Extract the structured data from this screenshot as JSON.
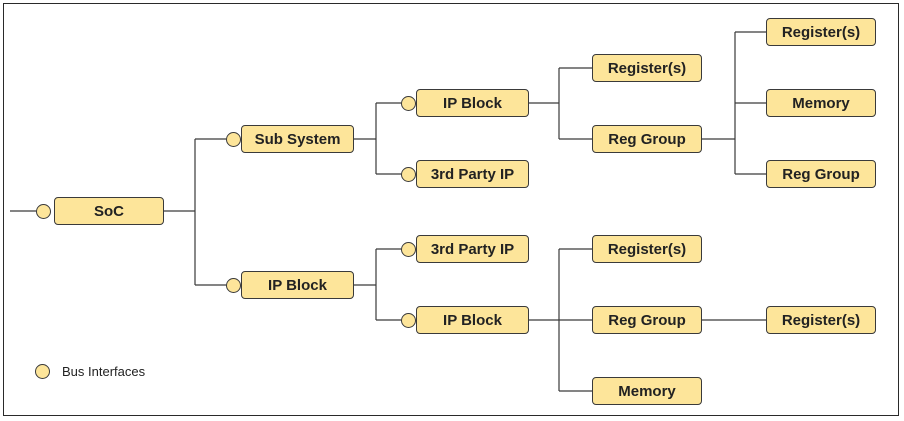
{
  "nodes": {
    "soc": "SoC",
    "sub_system": "Sub System",
    "ip_block_top": "IP Block",
    "third_party_top": "3rd Party IP",
    "registers_top": "Register(s)",
    "reg_group_top": "Reg Group",
    "registers_far_top": "Register(s)",
    "memory_far_top": "Memory",
    "reg_group_far_top": "Reg Group",
    "ip_block_bottom": "IP Block",
    "third_party_bottom": "3rd Party IP",
    "ip_block_bottom_child": "IP Block",
    "registers_bottom": "Register(s)",
    "reg_group_bottom": "Reg Group",
    "memory_bottom": "Memory",
    "registers_far_bottom": "Register(s)"
  },
  "legend": {
    "label": "Bus Interfaces"
  },
  "colors": {
    "node_fill": "#fde59a",
    "stroke": "#3a3a3a"
  }
}
